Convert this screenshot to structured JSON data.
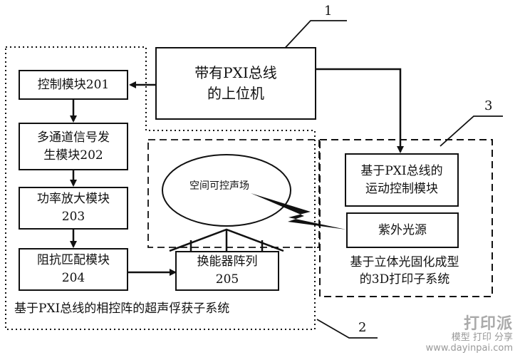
{
  "host": {
    "text": "带有PXI总线\n的上位机"
  },
  "control_module": {
    "text": "控制模块201"
  },
  "multichannel_module": {
    "text": "多通道信号发\n生模块202"
  },
  "amplifier_module": {
    "text": "功率放大模块\n203"
  },
  "impedance_module": {
    "text": "阻抗匹配模块\n204"
  },
  "transducer_array": {
    "text": "换能器阵列\n205"
  },
  "motion_control": {
    "text": "基于PXI总线的\n运动控制模块"
  },
  "uv_source": {
    "text": "紫外光源"
  },
  "sound_field": {
    "text": "空间可控声场"
  },
  "subsystem_3d": {
    "text": "基于立体光固化成型\n的3D打印子系统"
  },
  "subsystem_ultrasonic": {
    "text": "基于PXI总线的相控阵的超声俘获子系统"
  },
  "callouts": {
    "n1": "1",
    "n2": "2",
    "n3": "3"
  },
  "watermark": {
    "logo": "打印派",
    "line1": "模型 打印 分享",
    "line2": "www.dayinpai.com"
  }
}
